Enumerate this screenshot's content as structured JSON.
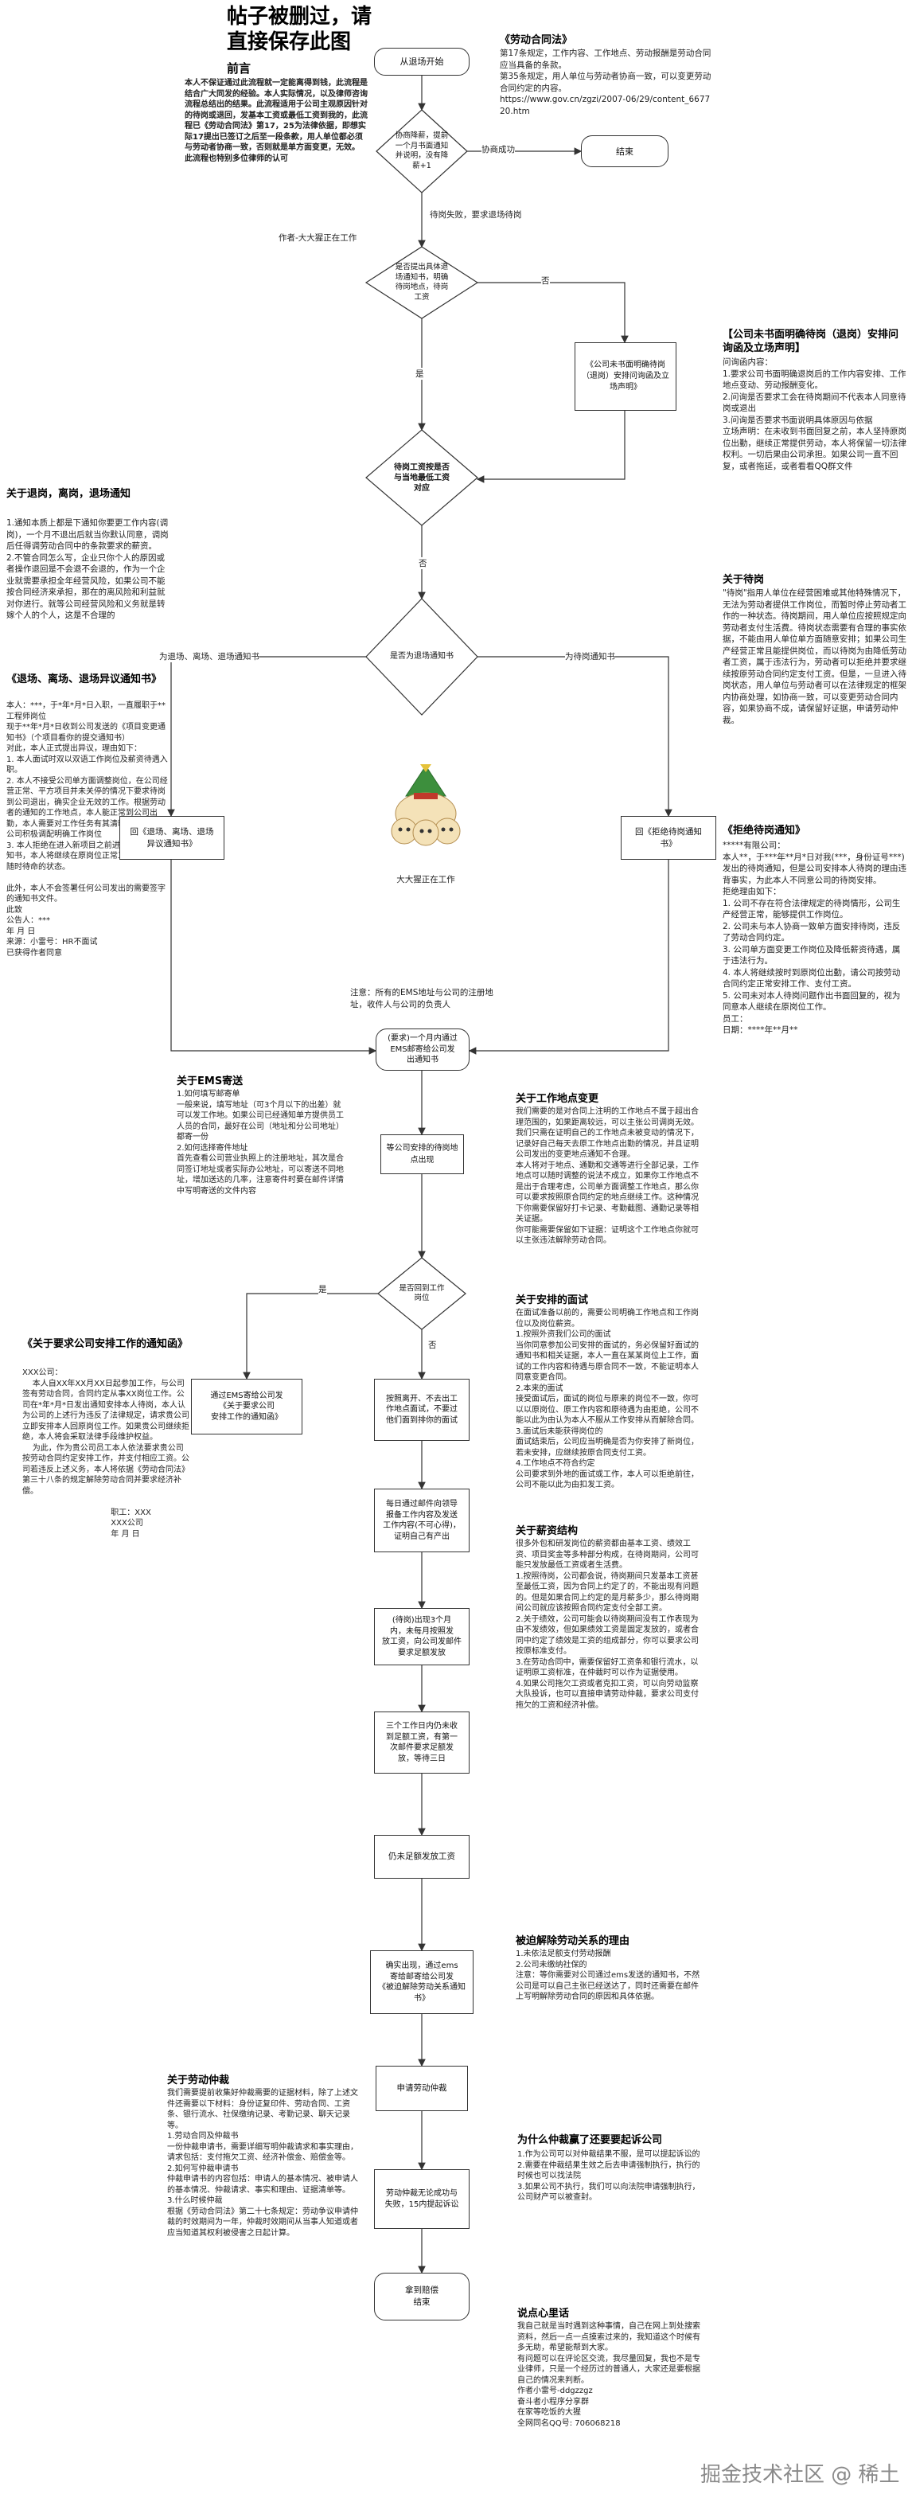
{
  "header": {
    "title": "帖子被删过，请\n直接保存此图",
    "preface_title": "前言",
    "preface_body": "本人不保证通过此流程就一定能离得到钱，此流程是结合广大同发的经验。本人实际情况，以及律师咨询流程总结出的结果。此流程适用于公司主观原因针对的待岗或退回，发基本工资或最低工资到我的，此流程已《劳动合同法》第17，25为法律依据，即想实际17提出已签订之后至一段条款，用人单位都必须与劳动者协商一致，否则就是单方面变更，无效。\n此流程也特别多位律师的认可",
    "preface_author": "作者-大大猩正在工作"
  },
  "left_notes": {
    "note1_title": "关于退岗，离岗，退场通知",
    "note1_body": "1.通知本质上都是下通知你要更工作内容(调岗)，一个月不退出后就当你默认同意，调岗后任得调劳动合同中的条款要求的薪资。\n2.不管合同怎么写，企业只你个人的原因或者操作退回是不会退不会退的，作为一个企业就需要承担全年经营风险，如果公司不能按合同经济来承担，那在的离风险和利益就对你进行。就等公司经营风险和义务就是转嫁个人的个人，这是不合理的",
    "note2_title": "《退场、离场、退场异议通知书》",
    "note2_body": "本人：***，于*年*月*日入职，一直履职于**工程师岗位\n现于**年*月*日收到公司发送的《项目变更通知书》（个项目看你的提交通知书）\n对此，本人正式提出异议，理由如下：\n1. 本人面试时双以双语工作岗位及薪资待遇入职。\n2. 本人不接受公司单方面调整岗位，在公司经营正常、平方项目并未关停的情况下要求待岗到公司退出，确实企业无效的工作。根据劳动者的通知的工作地点，本人能正常到公司出勤，本人需要对工作任务有其清晰的了解，请公司积极调配明确工作岗位\n3. 本人拒绝在进入新项目之前进出岗位所发通知书，本人将继续在原岗位正常工作，并保持随时待命的状态。\n\n此外，本人不会签署任何公司发出的需要签字的通知书文件。\n此致\n公告人：***\n年 月 日\n来源：小雷号：HR不面试\n已获得作者同意",
    "note3_title": "《关于要求公司安排工作的通知函》",
    "note3_body": "XXX公司：\n    本人自XX年XX月XX日起参加工作，与公司签有劳动合同，合同约定从事XX岗位工作。公司在*年*月*日发出通知安排本人待岗，本人认为公司的上述行为违反了法律规定，请求贵公司立即安排本人回原岗位工作。如果贵公司继续拒绝，本人将会采取法律手段维护权益。\n    为此，作为贵公司员工本人依法要求贵公司按劳动合同约定安排工作，并支付相应工资。公司若违反上述义务，本人将依据《劳动合同法》第三十八条的规定解除劳动合同并要求经济补偿。\n\n                                   职工：XXX\n                                   XXX公司\n                                   年 月 日"
  },
  "right_notes": {
    "law_title": "《劳动合同法》",
    "law_body": "第17条规定，工作内容、工作地点、劳动报酬是劳动合同应当具备的条款。\n第35条规定，用人单位与劳动者协商一致，可以变更劳动合同约定的内容。\nhttps://www.gov.cn/zgzi/2007-06/29/content_667720.htm",
    "notice_title": "【公司未书面明确待岗（退岗）安排问询函及立场声明】",
    "notice_body": "问询函内容：\n1.要求公司书面明确退岗后的工作内容安排、工作地点变动、劳动报酬变化。\n2.问询是否要求工会在待岗期间不代表本人同意待岗或退出\n3.问询是否要求书面说明具体原因与依据\n立场声明：在未收到书面回复之前，本人坚持原岗位出勤，继续正常提供劳动，本人将保留一切法律权利。一切后果由公司承担。如果公司一直不回复，或者拖延，或者看看QQ群文件",
    "standby_title": "关于待岗",
    "standby_body": "\"待岗\"指用人单位在经营困难或其他特殊情况下，无法为劳动者提供工作岗位，而暂时停止劳动者工作的一种状态。待岗期间，用人单位应按照规定向劳动者支付生活费。待岗状态需要有合理的事实依据，不能由用人单位单方面随意安排；如果公司生产经营正常且能提供岗位，而以待岗为由降低劳动者工资，属于违法行为，劳动者可以拒绝并要求继续按原劳动合同约定支付工资。但是，一旦进入待岗状态，用人单位与劳动者可以在法律规定的框架内协商处理，如协商一致，可以变更劳动合同内容，如果协商不成，请保留好证据，申请劳动仲裁。",
    "reject_title": "《拒绝待岗通知》",
    "reject_body": "*****有限公司：\n本人**，于***年**月*日对我(***，身份证号***)发出的待岗通知，但是公司安排本人待岗的理由违背事实，为此本人不同意公司的待岗安排。\n拒绝理由如下：\n1. 公司不存在符合法律规定的待岗情形，公司生产经营正常，能够提供工作岗位。\n2. 公司未与本人协商一致单方面安排待岗，违反了劳动合同约定。\n3. 公司单方面变更工作岗位及降低薪资待遇，属于违法行为。\n4. 本人将继续按时到原岗位出勤，请公司按劳动合同约定正常安排工作、支付工资。\n5. 公司未对本人待岗问题作出书面回复的，视为同意本人继续在原岗位工作。\n员工：\n日期：****年**月**"
  },
  "lower_notes": {
    "ems_title": "关于EMS寄送",
    "ems_body": "1.如何填写邮寄单\n一般来说，填写地址（可3个月以下的出差）就可以发工作地。如果公司已经通知单方提供员工人员的合同，最好在公司（地址和分公司地址）都寄一份\n2.如何选择寄件地址\n首先查看公司营业执照上的注册地址，其次是合同签订地址或者实际办公地址，可以寄送不同地址，增加送达的几率，注意寄件时要在邮件详情中写明寄送的文件内容",
    "attend_title": "关于工作地点变更",
    "attend_body": "我们需要的是对合同上注明的工作地点不属于超出合理范围的，如果距离较远，可以主张公司调岗无效。我们只需在证明自己的工作地点未被变动的情况下，记录好自己每天去原工作地点出勤的情况，并且证明公司发出的变更地点通知不合理。\n本人将对于地点、通勤和交通等进行全部记录，工作地点可以随时调整的说法不成立，如果你工作地点不是出于合理考虑，公司单方面调整工作地点，那么你可以要求按照原合同约定的地点继续工作。这种情况下你需要保留好打卡记录、考勤截图、通勤记录等相关证据。\n你可能需要保留如下证据：证明这个工作地点你就可以主张违法解除劳动合同。",
    "arrange_title": "关于安排的面试",
    "arrange_body": "在面试准备以前的，需要公司明确工作地点和工作岗位以及岗位薪资。\n1.按照外资我们公司的面试\n当你同意参加公司安排的面试的，务必保留好面试的通知书和相关证据，本人一直在某某岗位上工作，面试的工作内容和待遇与原合同不一致，不能证明本人同意变更合同。\n2.本来的面试\n接受面试后，面试的岗位与原来的岗位不一致，你可以以原岗位、原工作内容和原待遇为由拒绝，公司不能以此为由认为本人不服从工作安排从而解除合同。\n3.面试后未能获得岗位的\n面试结束后，公司应当明确是否为你安排了新岗位，若未安排，应继续按原合同支付工资。\n4.工作地点不符合约定\n公司要求到外地的面试或工作，本人可以拒绝前往，公司不能以此为由扣发工资。",
    "salary_title": "关于薪资结构",
    "salary_body": "很多外包和研发岗位的薪资都由基本工资、绩效工资、项目奖金等多种部分构成，在待岗期间，公司可能只发放最低工资或者生活费。\n1.按照待岗，公司都会说，待岗期间只发基本工资甚至最低工资，因为合同上约定了的，不能出现有问题的。但是如果合同上约定的是月薪多少，那么待岗期间公司就应该按照合同约定支付全部工资。\n2.关于绩效，公司可能会以待岗期间没有工作表现为由不发绩效，但如果绩效工资是固定发放的，或者合同中约定了绩效是工资的组成部分，你可以要求公司按原标准支付。\n3.在劳动合同中，需要保留好工资条和银行流水，以证明原工资标准，在仲裁时可以作为证据使用。\n4.如果公司拖欠工资或者克扣工资，可以向劳动监察大队投诉，也可以直接申请劳动仲裁，要求公司支付拖欠的工资和经济补偿。",
    "terminate_title": "被迫解除劳动关系的理由",
    "terminate_body": "1.未依法足额支付劳动报酬\n2.公司未缴纳社保的\n注意：等你需要对公司通过ems发送的通知书，不然公司是可以自己主张已经送达了，同时还需要在邮件上写明解除劳动合同的原因和具体依据。",
    "evidence_title": "关于劳动仲裁",
    "evidence_body": "我们需要提前收集好仲裁需要的证据材料，除了上述文件还需要以下材料：身份证复印件、劳动合同、工资条、银行流水、社保缴纳记录、考勤记录、聊天记录等。\n1.劳动合同及仲裁书\n一份仲裁申请书，需要详细写明仲裁请求和事实理由，请求包括：支付拖欠工资、经济补偿金、赔偿金等。\n2.如何写仲裁申请书\n仲裁申请书的内容包括：申请人的基本情况、被申请人的基本情况、仲裁请求、事实和理由、证据清单等。\n3.什么时候仲裁\n根据《劳动合同法》第二十七条规定：劳动争议申请仲裁的时效期间为一年，仲裁时效期间从当事人知道或者应当知道其权利被侵害之日起计算。",
    "notcompany_title": "为什么仲裁赢了还要要起诉公司",
    "notcompany_body": "1.作为公司可以对仲裁结果不服，是可以提起诉讼的\n2.需要在仲裁结果生效之后去申请强制执行，执行的时候也可以找法院\n3.如果公司不执行，我们可以向法院申请强制执行，公司财产可以被查封。",
    "endnote_title": "说点心里话",
    "endnote_body": "我自己就是当时遇到这种事情，自己在网上到处搜索资料，然后一点一点摸索过来的，我知道这个时候有多无助，希望能帮到大家。\n有问题可以在评论区交流，我尽量回复，我也不是专业律师，只是一个经历过的普通人，大家还是要根据自己的情况来判断。\n作者小雷号-ddgzzgz\n奋斗者小程序分享群\n在家等吃饭的大猩\n全网同名QQ号: 706068218"
  },
  "flow": {
    "n_start": "从退场开始",
    "n_d1": "协商降薪，提前\n一个月书面通知\n并说明，没有降\n薪+1",
    "l_d1_yes": "协商成功",
    "n_end1": "结束",
    "l_d1_no": "待岗失败，要求退场待岗",
    "n_d2": "是否提出具体退\n场通知书，明确\n待岗地点，待岗\n工资",
    "l_d2_no": "否",
    "n_r1": "《公司未书面明确待岗（退岗）安排问询函及立场声明》",
    "l_d2_yes": "是",
    "n_d3": "待岗工资按是否\n与当地最低工资\n对应",
    "l_d3": "否",
    "n_d4": "是否为退场通知书",
    "l_d4_left": "为退场、离场、退场通知书",
    "l_d4_right": "为待岗通知书",
    "n_left_reply": "回《退场、离场、退场\n异议通知书》",
    "n_right_reply": "回《拒绝待岗通知\n书》",
    "mascot_caption": "大大猩正在工作",
    "ems_note": "注意：所有的EMS地址与公司的注册地\n址，收件人与公司的负责人",
    "n_ems": "(要求)一个月内通过\nEMS邮寄给公司发\n出通知书",
    "n_wait": "等公司安排的待岗地\n点出现",
    "n_d5": "是否回到工作\n岗位",
    "l_d5_yes": "是",
    "l_d5_no": "否",
    "n_left_box": "通过EMS寄给公司发\n《关于要求公司\n安排工作的通知函》",
    "n_work": "按照离开、不去出工\n作地点面试，不要过\n他们面到排你的面试",
    "n_keep": "每日通过邮件向领导\n报备工作内容及发送\n工作内容(不可心得)，\n证明自己有产出",
    "n_seek": "(待岗)出现3个月\n内，未每月按照发\n放工资，向公司发邮件\n要求足额发放",
    "n_three": "三个工作日内仍未收\n到足额工资，有第一\n次邮件要求足额发\n放，等待三日",
    "n_still": "仍未足额发放工资",
    "n_notice": "确实出现，通过ems\n寄给邮寄给公司发\n《被迫解除劳动关系通知\n书》",
    "n_arbitrate": "申请劳动仲裁",
    "n_judgement": "劳动仲裁无论成功与\n失败，15内提起诉讼",
    "n_end2": "拿到赔偿\n结束"
  },
  "watermark": "掘金技术社区 @ 稀土"
}
